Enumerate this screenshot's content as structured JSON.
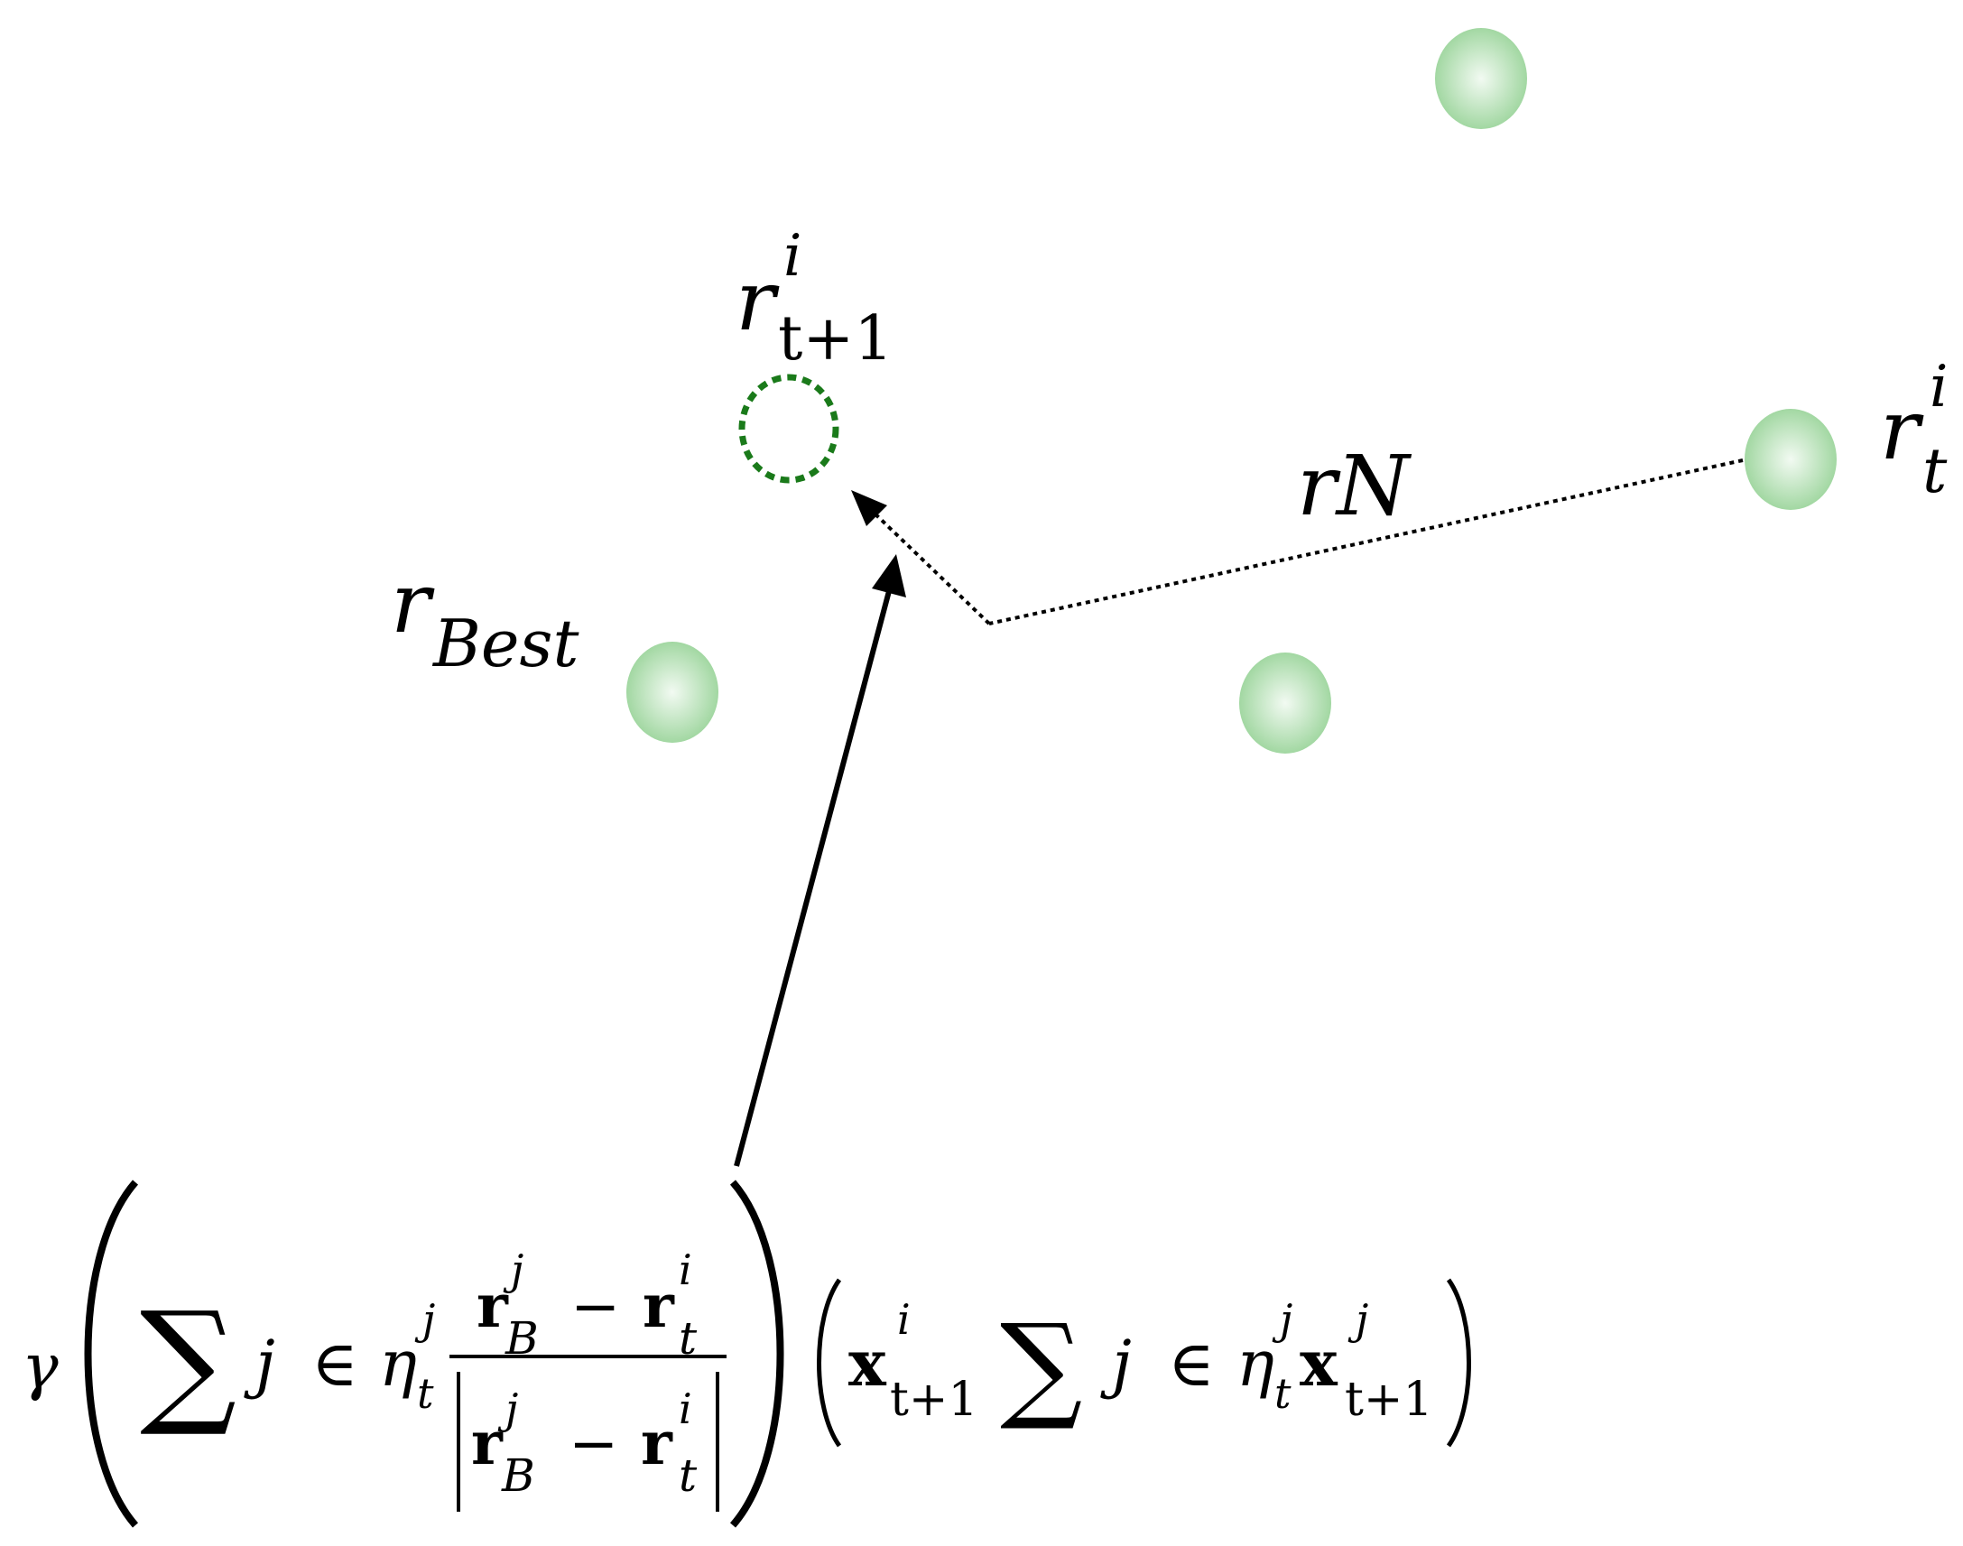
{
  "colors": {
    "particle": "#9ad49a",
    "particle_center": "#f2faf2",
    "target_ring": "#1a7a1a",
    "ink": "#000000",
    "background": "#ffffff"
  },
  "labels": {
    "r_next": {
      "base": "r",
      "sup": "i",
      "sub": "t+1"
    },
    "r_current": {
      "base": "r",
      "sup": "i",
      "sub": "t"
    },
    "r_best": {
      "base": "r",
      "sub": "Best"
    },
    "r_n": "rN"
  },
  "formula": {
    "gamma": "γ",
    "sum": "∑",
    "j": "j",
    "in": "∈",
    "eta": "η",
    "eta_sup": "j",
    "eta_sub": "t",
    "r_bold": "r",
    "sup_j": "j",
    "sub_B": "B",
    "minus": "−",
    "sup_i": "i",
    "sub_t": "t",
    "x_bold": "x",
    "sub_t1": "t+1"
  }
}
